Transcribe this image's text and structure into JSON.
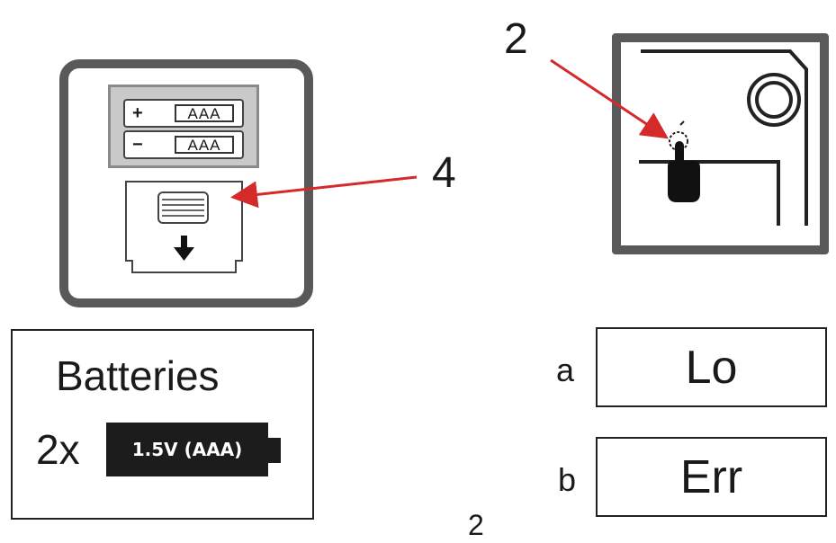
{
  "callouts": {
    "door": "4",
    "button": "2"
  },
  "battery_compartment": {
    "cell_top_polarity": "+",
    "cell_bottom_polarity": "−",
    "cell_type": "AAA"
  },
  "batteries_box": {
    "title": "Batteries",
    "count": "2x",
    "spec": "1.5V (AAA)"
  },
  "displays": [
    {
      "letter": "a",
      "text": "Lo"
    },
    {
      "letter": "b",
      "text": "Err"
    }
  ],
  "page_number": "2",
  "colors": {
    "arrow": "#d42a2a",
    "frame": "#595959"
  }
}
